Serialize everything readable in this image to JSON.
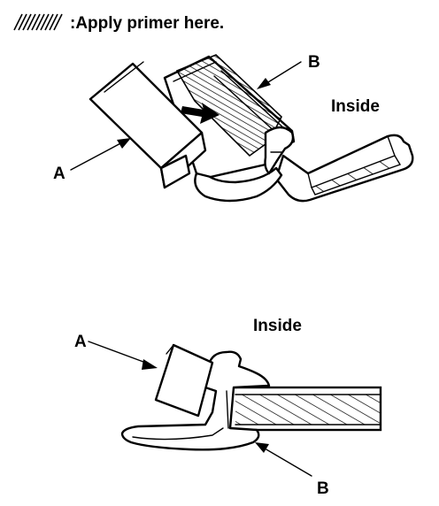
{
  "legend": {
    "icon": "hatch-swatch",
    "text": ":Apply primer here."
  },
  "top_view": {
    "label_a": "A",
    "label_b": "B",
    "inside_label": "Inside"
  },
  "section_view": {
    "label_a": "A",
    "label_b": "B",
    "inside_label": "Inside"
  },
  "colors": {
    "ink": "#000000",
    "paper": "#ffffff"
  }
}
